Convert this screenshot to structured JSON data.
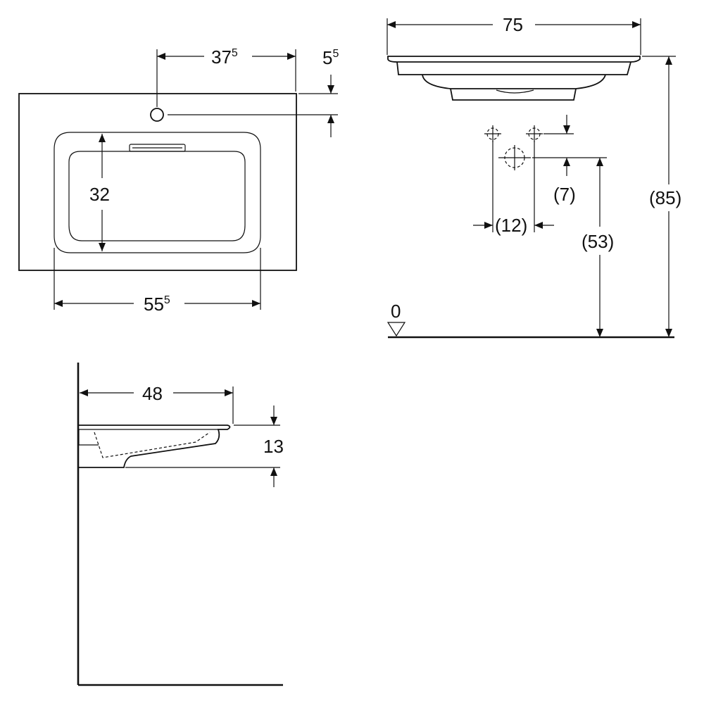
{
  "top_view": {
    "width_tap_offset": {
      "main": "37",
      "sup": "5"
    },
    "tap_hole_offset": {
      "main": "5",
      "sup": "5"
    },
    "bowl_depth": "32",
    "bowl_width": {
      "main": "55",
      "sup": "5"
    }
  },
  "front_view": {
    "overall_width": "75",
    "overall_height": "(85)",
    "drain_height": "(53)",
    "fixing_spacing": "(12)",
    "fixing_drop": "(7)",
    "floor_level": "0"
  },
  "side_view": {
    "projection": "48",
    "thickness": "13"
  }
}
